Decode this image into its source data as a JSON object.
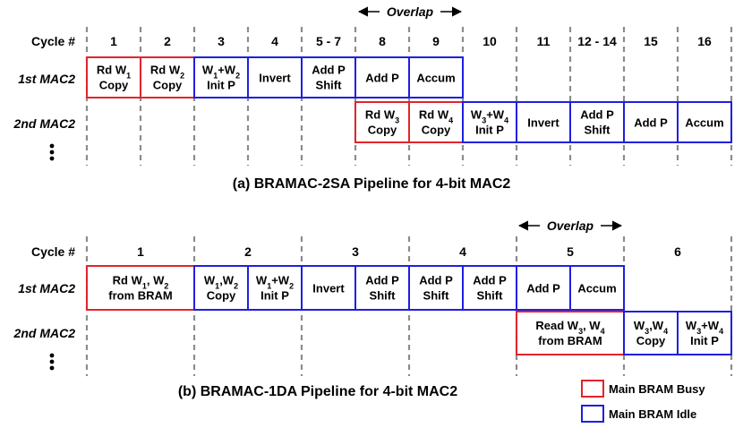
{
  "colors": {
    "busy": "#e3242b",
    "idle": "#1f1fe0",
    "guide": "#8c8c8c"
  },
  "section_a": {
    "cycle_label": "Cycle #",
    "cycles": [
      "1",
      "2",
      "3",
      "4",
      "5 - 7",
      "8",
      "9",
      "10",
      "11",
      "12 - 14",
      "15",
      "16"
    ],
    "overlap_label": "Overlap",
    "row1_label": "1st MAC2",
    "row2_label": "2nd MAC2",
    "row1_cells": [
      {
        "lines": [
          [
            "Rd W",
            "1"
          ],
          [
            "Copy"
          ]
        ],
        "state": "busy"
      },
      {
        "lines": [
          [
            "Rd W",
            "2"
          ],
          [
            "Copy"
          ]
        ],
        "state": "busy"
      },
      {
        "lines": [
          [
            "W",
            "1",
            "+W",
            "2"
          ],
          [
            "Init P"
          ]
        ],
        "state": "idle"
      },
      {
        "lines": [
          [
            "Invert"
          ]
        ],
        "state": "idle"
      },
      {
        "lines": [
          [
            "Add P"
          ],
          [
            "Shift"
          ]
        ],
        "state": "idle"
      },
      {
        "lines": [
          [
            "Add P"
          ]
        ],
        "state": "idle"
      },
      {
        "lines": [
          [
            "Accum"
          ]
        ],
        "state": "idle"
      }
    ],
    "row2_cells": [
      {
        "lines": [
          [
            "Rd W",
            "3"
          ],
          [
            "Copy"
          ]
        ],
        "state": "busy"
      },
      {
        "lines": [
          [
            "Rd W",
            "4"
          ],
          [
            "Copy"
          ]
        ],
        "state": "busy"
      },
      {
        "lines": [
          [
            "W",
            "3",
            "+W",
            "4"
          ],
          [
            "Init P"
          ]
        ],
        "state": "idle"
      },
      {
        "lines": [
          [
            "Invert"
          ]
        ],
        "state": "idle"
      },
      {
        "lines": [
          [
            "Add P"
          ],
          [
            "Shift"
          ]
        ],
        "state": "idle"
      },
      {
        "lines": [
          [
            "Add P"
          ]
        ],
        "state": "idle"
      },
      {
        "lines": [
          [
            "Accum"
          ]
        ],
        "state": "idle"
      }
    ],
    "caption": "(a) BRAMAC-2SA Pipeline for 4-bit MAC2"
  },
  "section_b": {
    "cycle_label": "Cycle #",
    "cycles": [
      "1",
      "2",
      "3",
      "4",
      "5",
      "6"
    ],
    "overlap_label": "Overlap",
    "row1_label": "1st MAC2",
    "row2_label": "2nd MAC2",
    "row1_cells": [
      {
        "lines": [
          [
            "Rd W",
            "1",
            ", W",
            "2"
          ],
          [
            "from BRAM"
          ]
        ],
        "state": "busy"
      },
      {
        "lines": [
          [
            "W",
            "1",
            ",W",
            "2"
          ],
          [
            "Copy"
          ]
        ],
        "state": "idle"
      },
      {
        "lines": [
          [
            "W",
            "1",
            "+W",
            "2"
          ],
          [
            "Init P"
          ]
        ],
        "state": "idle"
      },
      {
        "lines": [
          [
            "Invert"
          ]
        ],
        "state": "idle"
      },
      {
        "lines": [
          [
            "Add P"
          ],
          [
            "Shift"
          ]
        ],
        "state": "idle"
      },
      {
        "lines": [
          [
            "Add P"
          ],
          [
            "Shift"
          ]
        ],
        "state": "idle"
      },
      {
        "lines": [
          [
            "Add P"
          ],
          [
            "Shift"
          ]
        ],
        "state": "idle"
      },
      {
        "lines": [
          [
            "Add P"
          ]
        ],
        "state": "idle"
      },
      {
        "lines": [
          [
            "Accum"
          ]
        ],
        "state": "idle"
      }
    ],
    "row2_cells": [
      {
        "lines": [
          [
            "Read W",
            "3",
            ", W",
            "4"
          ],
          [
            "from BRAM"
          ]
        ],
        "state": "busy"
      },
      {
        "lines": [
          [
            "W",
            "3",
            ",W",
            "4"
          ],
          [
            "Copy"
          ]
        ],
        "state": "idle"
      },
      {
        "lines": [
          [
            "W",
            "3",
            "+W",
            "4"
          ],
          [
            "Init P"
          ]
        ],
        "state": "idle"
      }
    ],
    "caption": "(b) BRAMAC-1DA Pipeline for 4-bit MAC2"
  },
  "legend": [
    {
      "label": "Main BRAM Busy",
      "state": "busy"
    },
    {
      "label": "Main BRAM Idle",
      "state": "idle"
    }
  ]
}
